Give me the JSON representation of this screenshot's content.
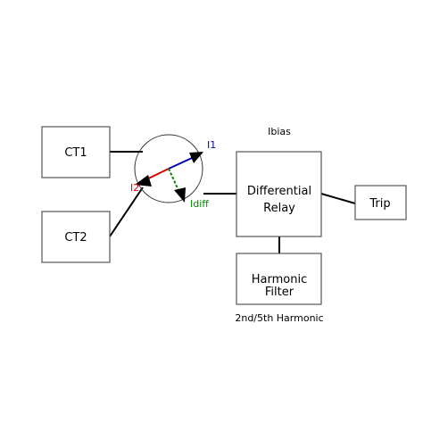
{
  "blocks": {
    "ct1": "CT1",
    "ct2": "CT2",
    "relay_line1": "Differential",
    "relay_line2": "Relay",
    "filter_line1": "Harmonic",
    "filter_line2": "Filter",
    "trip": "Trip"
  },
  "annotations": {
    "ibias": "Ibias",
    "harmonic_note": "2nd/5th Harmonic"
  },
  "phasors": {
    "i1": "I1",
    "i2": "I2",
    "idiff": "Idiff"
  },
  "colors": {
    "i1": "#0000aa",
    "i2": "#dd0000",
    "idiff": "#008800",
    "stroke": "#000000",
    "box_stroke": "#555555"
  }
}
